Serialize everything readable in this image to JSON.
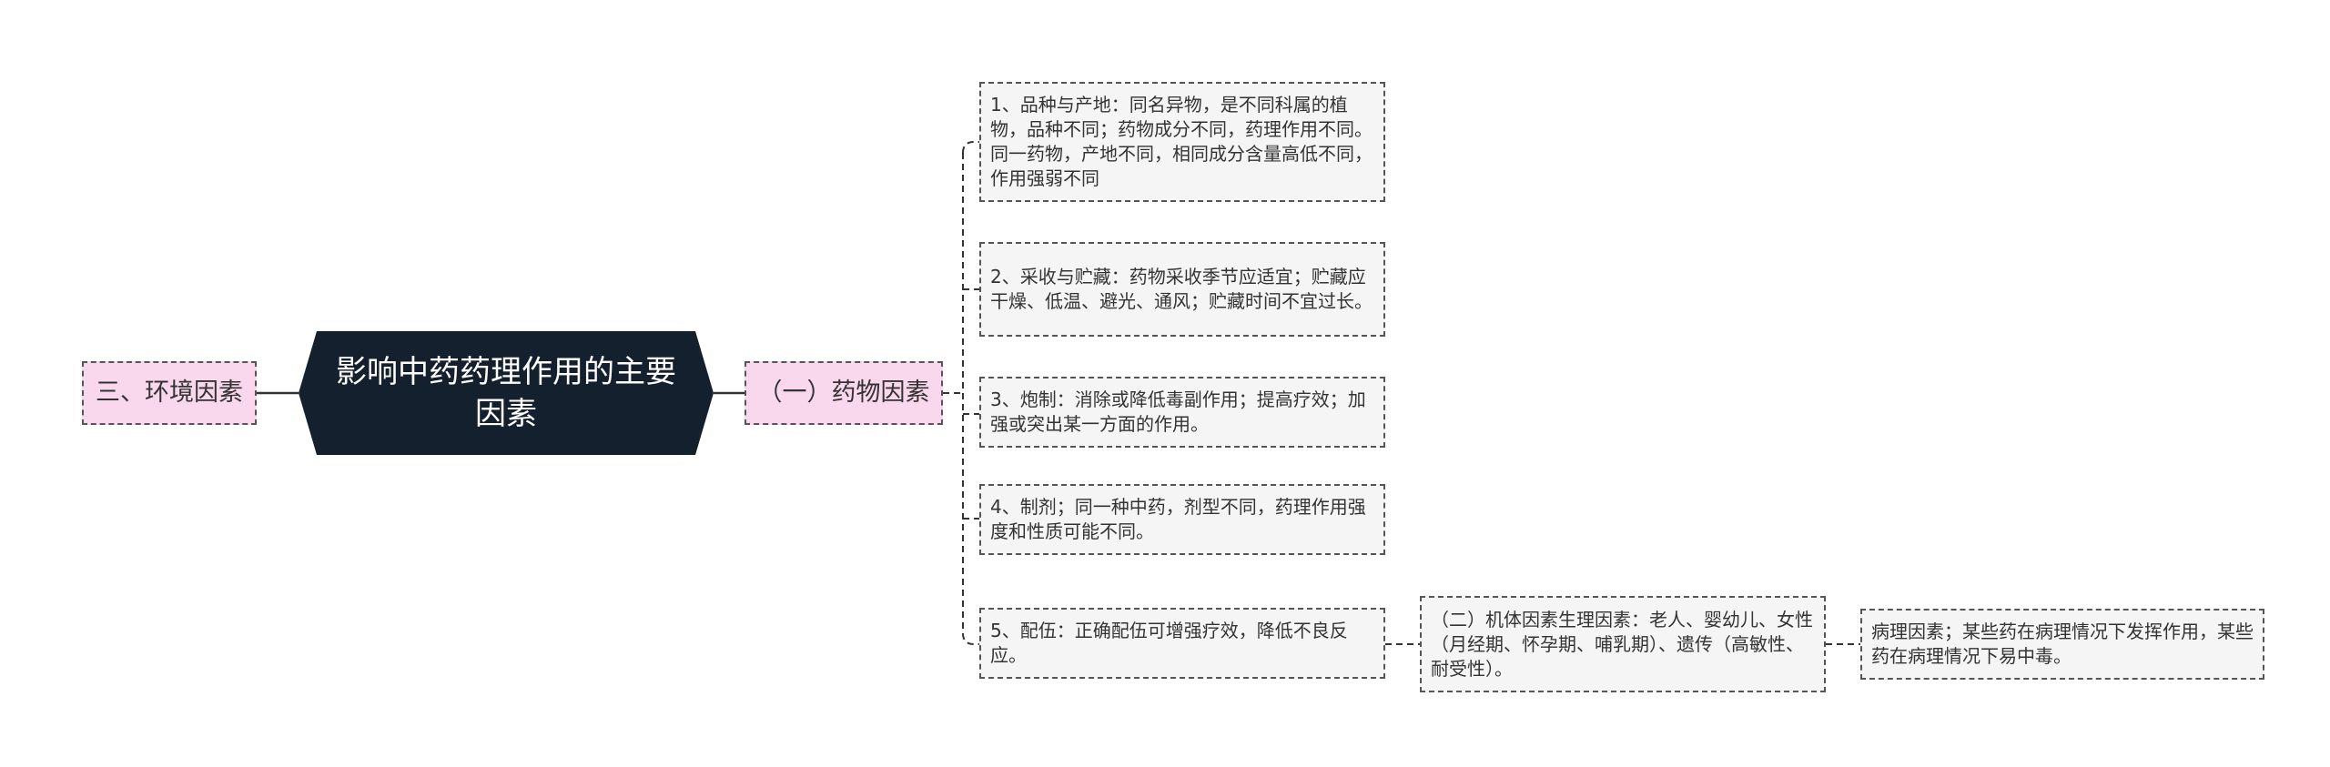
{
  "root": {
    "title": "影响中药药理作用的主要因素",
    "fill": "#15202e"
  },
  "left_branch": {
    "label": "三、环境因素"
  },
  "right_branch": {
    "label": "（一）药物因素",
    "children": [
      "1、品种与产地：同名异物，是不同科属的植物，品种不同；药物成分不同，药理作用不同。同一药物，产地不同，相同成分含量高低不同，作用强弱不同",
      "2、采收与贮藏：药物采收季节应适宜；贮藏应干燥、低温、避光、通风；贮藏时间不宜过长。",
      "3、炮制：消除或降低毒副作用；提高疗效；加强或突出某一方面的作用。",
      "4、制剂；同一种中药，剂型不同，药理作用强度和性质可能不同。",
      "5、配伍：正确配伍可增强疗效，降低不良反应。"
    ]
  },
  "body_factors": {
    "label": "（二）机体因素生理因素：老人、婴幼儿、女性（月经期、怀孕期、哺乳期）、遗传（高敏性、耐受性）。"
  },
  "pathology": {
    "label": "病理因素；某些药在病理情况下发挥作用，某些药在病理情况下易中毒。"
  },
  "colors": {
    "branch_fill": "#f9d7ec",
    "leaf_fill": "#f5f5f5",
    "line": "#333333"
  }
}
